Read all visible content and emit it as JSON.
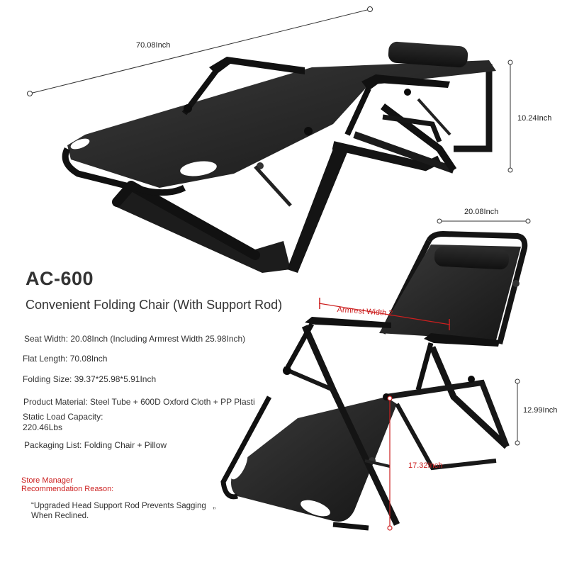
{
  "dimensions": {
    "flat_length": "70.08Inch",
    "flat_height": "10.24Inch",
    "width": "20.08Inch",
    "armrest_width": "Armrest Width 2",
    "seat_height": "17.32Inch",
    "upright_height": "12.99Inch"
  },
  "product": {
    "model": "AC-600",
    "subtitle": "Convenient Folding Chair (With Support Rod)"
  },
  "specs": [
    "Seat Width: 20.08Inch (Including Armrest Width 25.98Inch)",
    "Flat Length: 70.08Inch",
    "Folding Size: 39.37*25.98*5.91Inch",
    "Product Material: Steel Tube + 600D Oxford Cloth + PP Plasti",
    "Static Load Capacity:",
    "220.46Lbs",
    "Packaging List: Folding Chair + Pillow"
  ],
  "recommendation": {
    "heading_line1": "Store Manager",
    "heading_line2": "Recommendation Reason:",
    "quote_line1": "“Upgraded Head Support Rod Prevents Sagging   „",
    "quote_line2": "When Reclined."
  },
  "colors": {
    "frame": "#1a1a1a",
    "fabric": "#2a2a2a",
    "accent_red": "#cc1f1f"
  }
}
